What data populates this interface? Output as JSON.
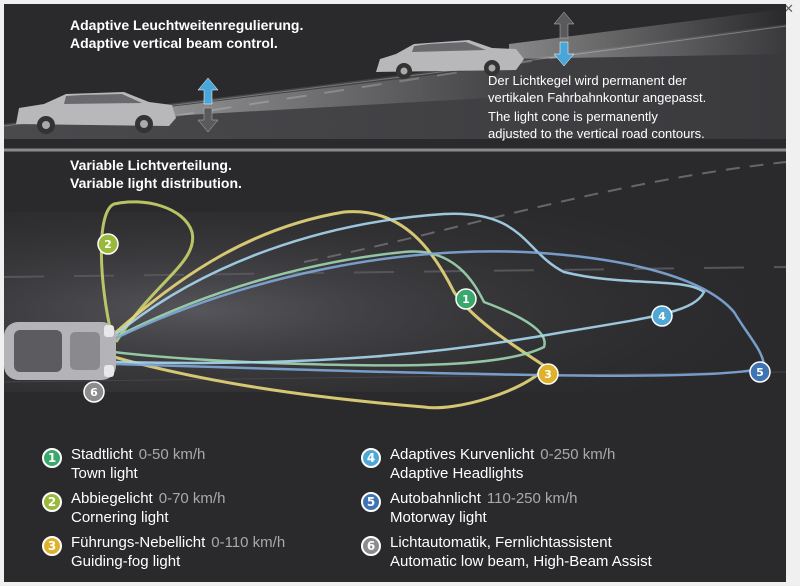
{
  "top_section": {
    "title_de": "Adaptive Leuchtweitenregulierung.",
    "title_en": "Adaptive vertical beam control.",
    "desc_de_1": "Der Lichtkegel wird permanent der",
    "desc_de_2": "vertikalen Fahrbahnkontur angepasst.",
    "desc_en_1": "The light cone is permanently",
    "desc_en_2": "adjusted to the vertical road contours."
  },
  "middle_section": {
    "title_de": "Variable Lichtverteilung.",
    "title_en": "Variable light distribution."
  },
  "markers": [
    "1",
    "2",
    "3",
    "4",
    "5",
    "6"
  ],
  "legend": [
    {
      "num": "1",
      "de": "Stadtlicht",
      "speed": "0-50 km/h",
      "en": "Town light",
      "color": "#3aa86c"
    },
    {
      "num": "2",
      "de": "Abbiegelicht",
      "speed": "0-70 km/h",
      "en": "Cornering light",
      "color": "#99b93a"
    },
    {
      "num": "3",
      "de": "Führungs-Nebellicht",
      "speed": "0-110 km/h",
      "en": "Guiding-fog light",
      "color": "#e0b22c"
    },
    {
      "num": "4",
      "de": "Adaptives Kurvenlicht",
      "speed": "0-250 km/h",
      "en": "Adaptive Headlights",
      "color": "#4fa7d6"
    },
    {
      "num": "5",
      "de": "Autobahnlicht",
      "speed": "110-250 km/h",
      "en": "Motorway light",
      "color": "#3f74b2"
    },
    {
      "num": "6",
      "de": "Lichtautomatik, Fernlichtassistent",
      "speed": "",
      "en": "Automatic low beam, High-Beam Assist",
      "color": "#8c8c8c"
    }
  ],
  "colors": {
    "background": "#2a2a2c",
    "town": "#3aa86c",
    "cornering": "#99b93a",
    "fog": "#e0b22c",
    "adaptive": "#4fa7d6",
    "motorway": "#3f74b2",
    "auto": "#8c8c8c",
    "arrow_blue": "#4aa6d8",
    "arrow_grey": "#5a5a5c"
  },
  "icons": {
    "close": "close-icon",
    "car": "car-icon",
    "arrow": "up-down-arrow-icon"
  }
}
